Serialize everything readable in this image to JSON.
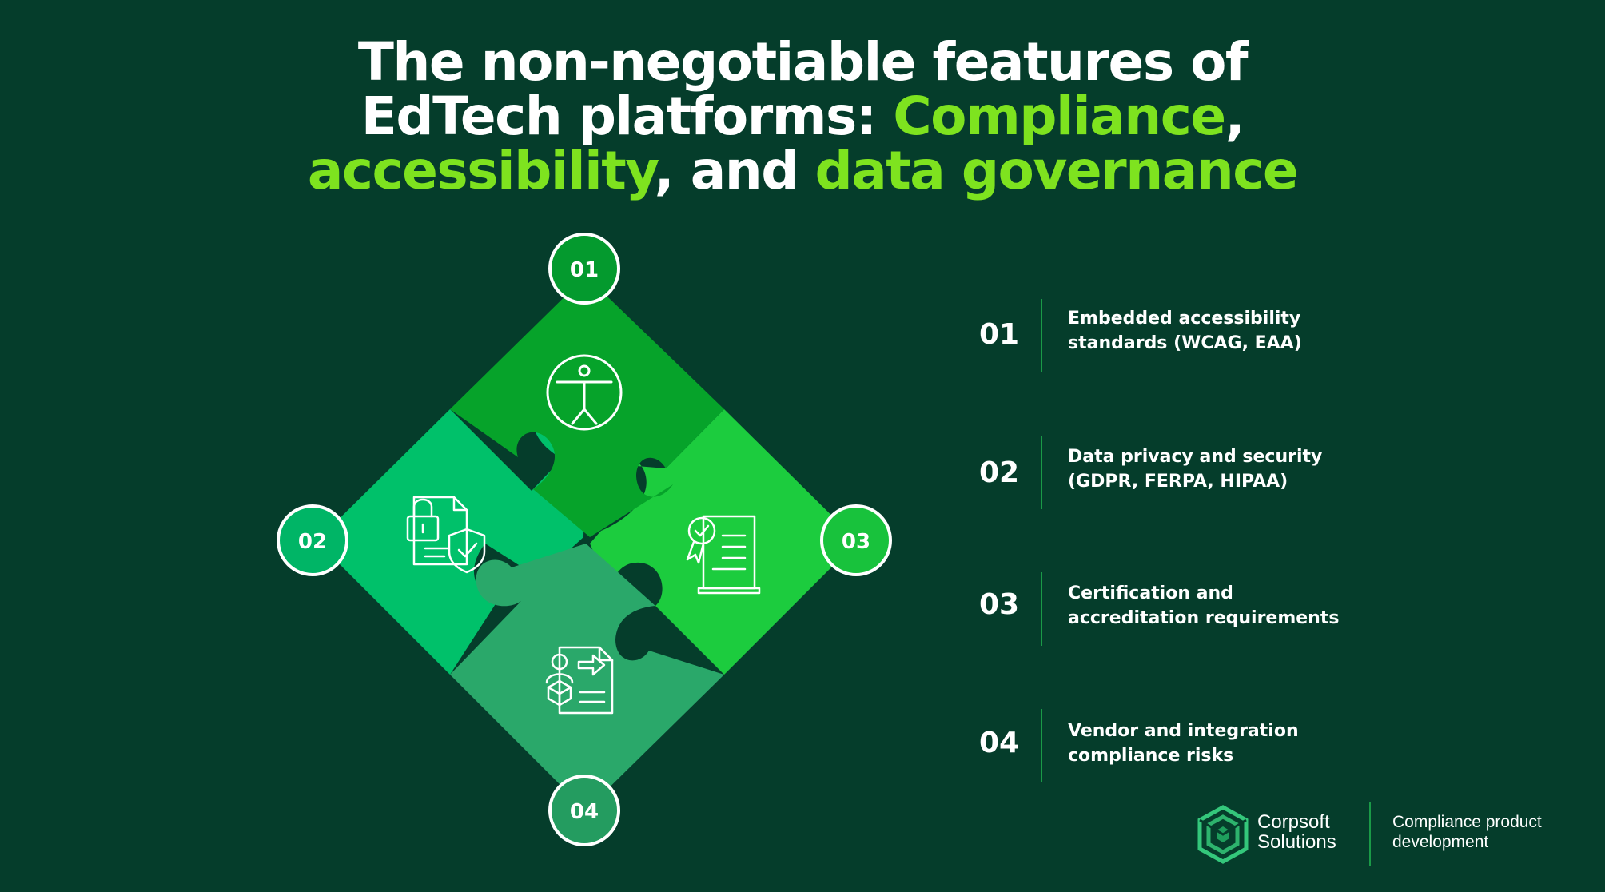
{
  "title": {
    "line1": "The non-negotiable features of",
    "line2_a": "EdTech platforms: ",
    "line2_hl": "Compliance",
    "line2_b": ",",
    "line3_hl1": "accessibility",
    "line3_a": ", and ",
    "line3_hl2": "data governance",
    "highlight_color": "#7ee31f"
  },
  "pieces": [
    {
      "number": "01",
      "icon": "accessibility-icon",
      "color": "#06a32a"
    },
    {
      "number": "02",
      "icon": "secure-document-icon",
      "color": "#00c16a"
    },
    {
      "number": "03",
      "icon": "certificate-icon",
      "color": "#1ccc3e"
    },
    {
      "number": "04",
      "icon": "vendor-integration-icon",
      "color": "#2aa86a"
    }
  ],
  "items": [
    {
      "number": "01",
      "text_line1": "Embedded accessibility",
      "text_line2": "standards (WCAG, EAA)"
    },
    {
      "number": "02",
      "text_line1": "Data privacy and security",
      "text_line2": "(GDPR, FERPA, HIPAA)"
    },
    {
      "number": "03",
      "text_line1": "Certification and",
      "text_line2": "accreditation requirements"
    },
    {
      "number": "04",
      "text_line1": "Vendor and integration",
      "text_line2": "compliance risks"
    }
  ],
  "brand": {
    "name_line1": "Corpsoft",
    "name_line2": "Solutions",
    "tagline_line1": "Compliance product",
    "tagline_line2": "development",
    "background": "#053d2b",
    "accent": "#1a9a47"
  }
}
